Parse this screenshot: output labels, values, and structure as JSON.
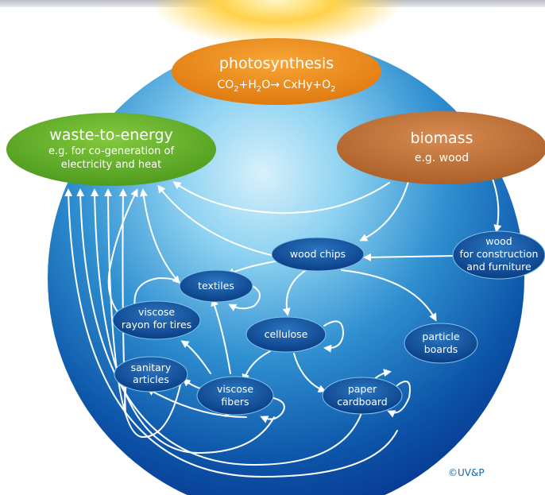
{
  "diagram": {
    "photosynthesis": {
      "title": "photosynthesis",
      "equation": {
        "co": "CO",
        "two1": "2",
        "plus_h": "+H",
        "two2": "2",
        "o_arrow": "O→ CxHy+O",
        "two3": "2"
      }
    },
    "waste_to_energy": {
      "title": "waste-to-energy",
      "line1": "e.g. for co-generation of",
      "line2": "electricity and heat"
    },
    "biomass": {
      "title": "biomass",
      "subtitle": "e.g. wood"
    },
    "nodes": {
      "wood_chips": "wood chips",
      "wood_construction": {
        "line1": "wood",
        "line2": "for construction",
        "line3": "and furniture"
      },
      "textiles": "textiles",
      "viscose_rayon": {
        "line1": "viscose",
        "line2": "rayon for tires"
      },
      "cellulose": "cellulose",
      "particle_boards": {
        "line1": "particle",
        "line2": "boards"
      },
      "sanitary_articles": {
        "line1": "sanitary",
        "line2": "articles"
      },
      "viscose_fibers": {
        "line1": "viscose",
        "line2": "fibers"
      },
      "paper_cardboard": {
        "line1": "paper",
        "line2": "cardboard"
      }
    },
    "copyright": "©UV&P",
    "colors": {
      "sphere_light": "#8fd3f2",
      "sphere_dark": "#06308a",
      "node_fill": "#0b4f9a",
      "photosynthesis": "#ee8a1a",
      "waste_to_energy": "#6ab62b",
      "biomass": "#c4733b",
      "sun": "#ffd24a"
    }
  }
}
